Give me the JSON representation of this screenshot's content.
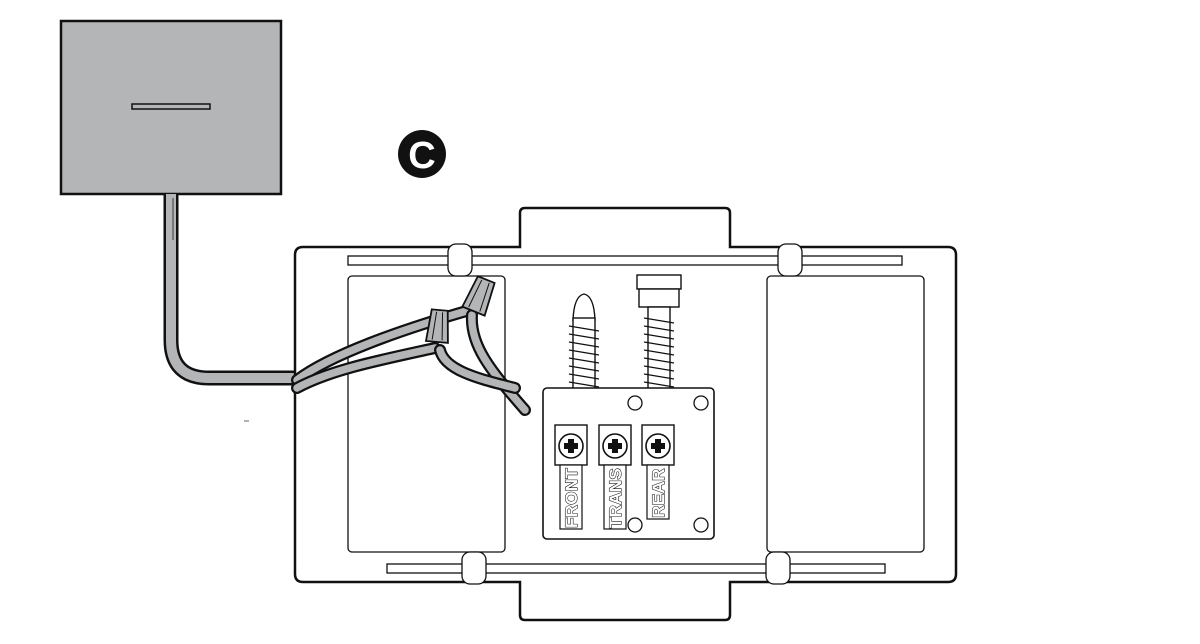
{
  "step_label": "C",
  "terminals": [
    {
      "label": "FRONT"
    },
    {
      "label": "TRANS"
    },
    {
      "label": "REAR"
    }
  ],
  "colors": {
    "transformer_fill": "#b3b5b7",
    "wire_fill": "#b3b5b7",
    "outline": "#111111",
    "badge": "#111111",
    "background": "#ffffff"
  },
  "icons": [
    "transformer-box",
    "wire-nut",
    "mounting-screw",
    "terminal-screw",
    "step-badge"
  ]
}
